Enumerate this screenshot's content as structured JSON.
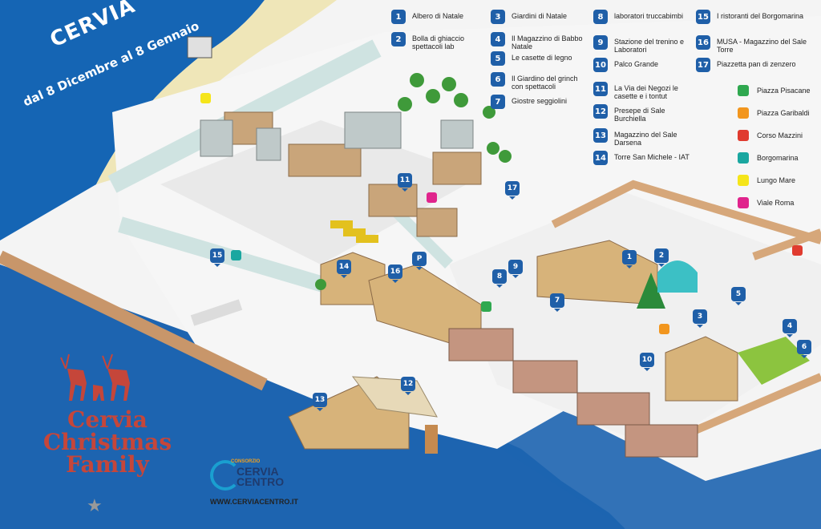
{
  "header": {
    "title": "CERVIA",
    "subtitle": "dal 8 Dicembre al 8 Gennaio"
  },
  "brand": {
    "line1": "Cervia",
    "line2": "Christmas",
    "line3": "Family"
  },
  "footer": {
    "logo_top": "CONSORZIO",
    "logo_line1": "CERVIA",
    "logo_line2": "CENTRO",
    "url": "WWW.CERVIACENTRO.IT"
  },
  "legend": [
    {
      "num": "1",
      "label": "Albero di Natale"
    },
    {
      "num": "2",
      "label": "Bolla di ghiaccio spettacoli lab"
    },
    {
      "num": "3",
      "label": "Giardini di Natale"
    },
    {
      "num": "4",
      "label": "Il Magazzino di Babbo Natale"
    },
    {
      "num": "5",
      "label": "Le casette di legno"
    },
    {
      "num": "6",
      "label": "Il Giardino del grinch con spettacoli"
    },
    {
      "num": "7",
      "label": "Giostre seggiolini"
    },
    {
      "num": "8",
      "label": "laboratori truccabimbi"
    },
    {
      "num": "9",
      "label": "Stazione del trenino e Laboratori"
    },
    {
      "num": "10",
      "label": "Palco Grande"
    },
    {
      "num": "11",
      "label": "La Via dei Negozi le casette e i tontut"
    },
    {
      "num": "12",
      "label": "Presepe di Sale Burchiella"
    },
    {
      "num": "13",
      "label": "Magazzino del Sale Darsena"
    },
    {
      "num": "14",
      "label": "Torre San Michele - IAT"
    },
    {
      "num": "15",
      "label": "I ristoranti del Borgomarina"
    },
    {
      "num": "16",
      "label": "MUSA - Magazzino del Sale Torre"
    },
    {
      "num": "17",
      "label": "Piazzetta pan di zenzero"
    }
  ],
  "zones": [
    {
      "label": "Piazza Pisacane",
      "color": "#2fa84f"
    },
    {
      "label": "Piazza Garibaldi",
      "color": "#f2961e"
    },
    {
      "label": "Corso Mazzini",
      "color": "#e03b2f"
    },
    {
      "label": "Borgomarina",
      "color": "#1aa7a0"
    },
    {
      "label": "Lungo Mare",
      "color": "#f5e51a"
    },
    {
      "label": "Viale Roma",
      "color": "#e0248c"
    }
  ],
  "map_pins": [
    "1",
    "2",
    "3",
    "4",
    "5",
    "6",
    "7",
    "8",
    "9",
    "10",
    "11",
    "12",
    "13",
    "14",
    "15",
    "16",
    "17",
    "P"
  ]
}
